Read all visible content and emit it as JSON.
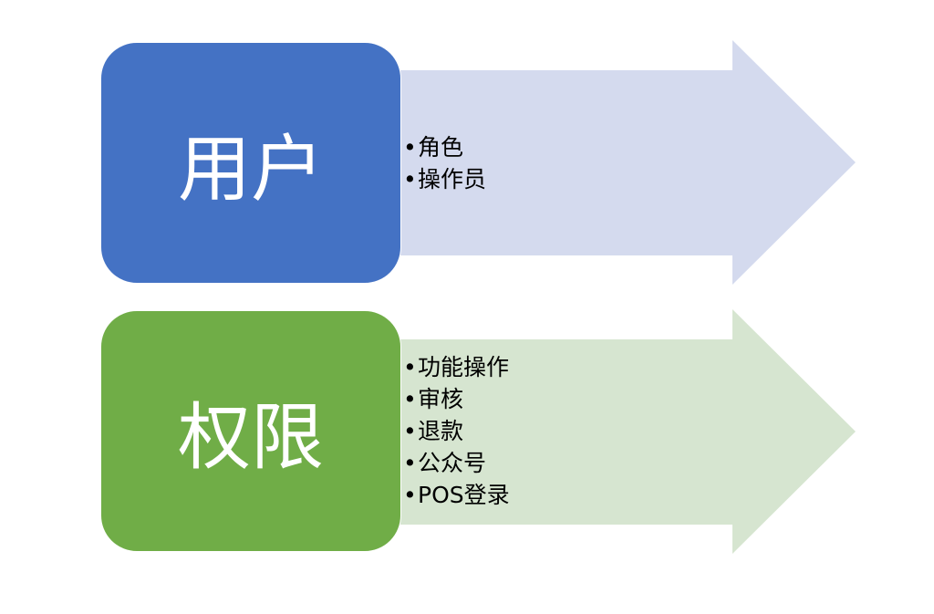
{
  "colors": {
    "user_box": "#4472C4",
    "user_arrow": "#D4DAEE",
    "perm_box": "#70AD47",
    "perm_arrow": "#D6E5D0"
  },
  "rows": [
    {
      "title": "用户",
      "items": [
        "角色",
        "操作员"
      ]
    },
    {
      "title": "权限",
      "items": [
        "功能操作",
        "审核",
        "退款",
        "公众号",
        "POS登录"
      ]
    }
  ],
  "bullet_glyph": "•"
}
